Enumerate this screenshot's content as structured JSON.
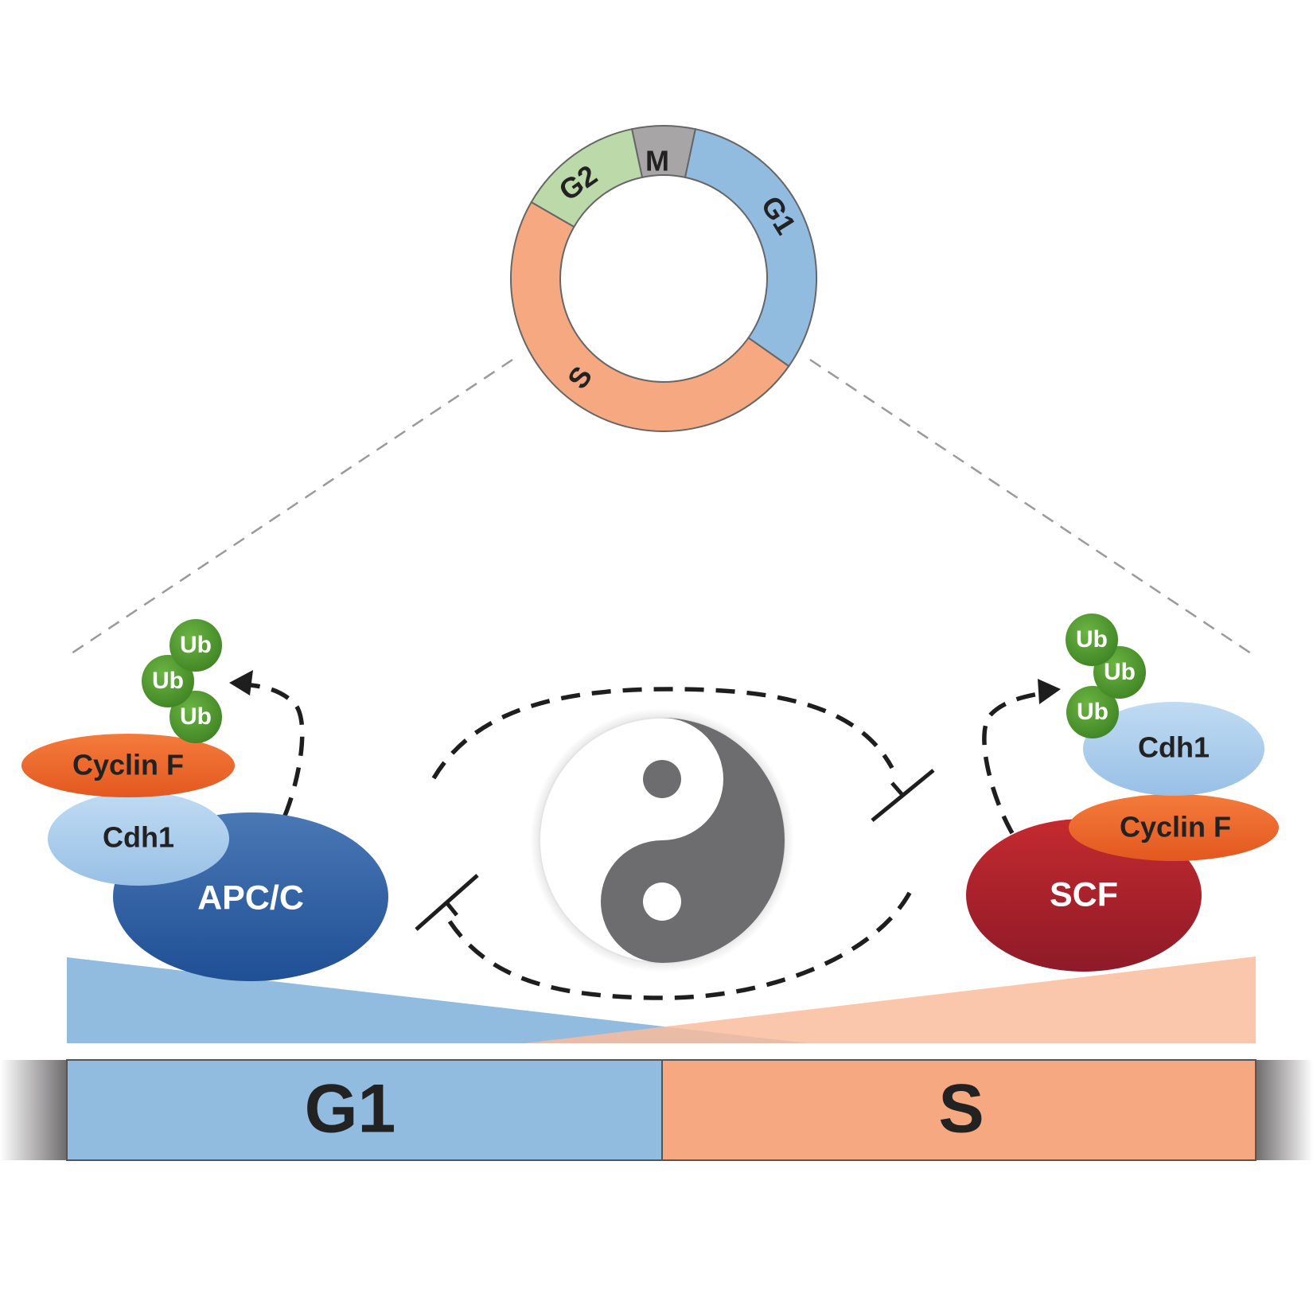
{
  "cycle_ring": {
    "phases": [
      {
        "label": "M",
        "color": "#a7a5a5"
      },
      {
        "label": "G1",
        "color": "#92bbe0"
      },
      {
        "label": "S",
        "color": "#f6a981"
      },
      {
        "label": "G2",
        "color": "#bcd9aa"
      }
    ]
  },
  "left_complex": {
    "scaffold": "APC/C",
    "adaptor": "Cdh1",
    "substrate": "Cyclin F",
    "ubiquitins": [
      "Ub",
      "Ub",
      "Ub"
    ]
  },
  "right_complex": {
    "scaffold": "SCF",
    "adaptor": "Cyclin F",
    "substrate": "Cdh1",
    "ubiquitins": [
      "Ub",
      "Ub",
      "Ub"
    ]
  },
  "center_symbol": "yin-yang",
  "timeline": {
    "phases": [
      {
        "label": "G1",
        "color": "#92bbe0"
      },
      {
        "label": "S",
        "color": "#f6a981"
      }
    ]
  },
  "colors": {
    "apc_c": "#2c5fa3",
    "cdh1": "#aacdec",
    "cyclin_f": "#ef6c2e",
    "scf": "#b0202b",
    "ubiquitin": "#4d9a2c",
    "yin_yang_dark": "#6d6d70",
    "text_dark": "#222222"
  }
}
